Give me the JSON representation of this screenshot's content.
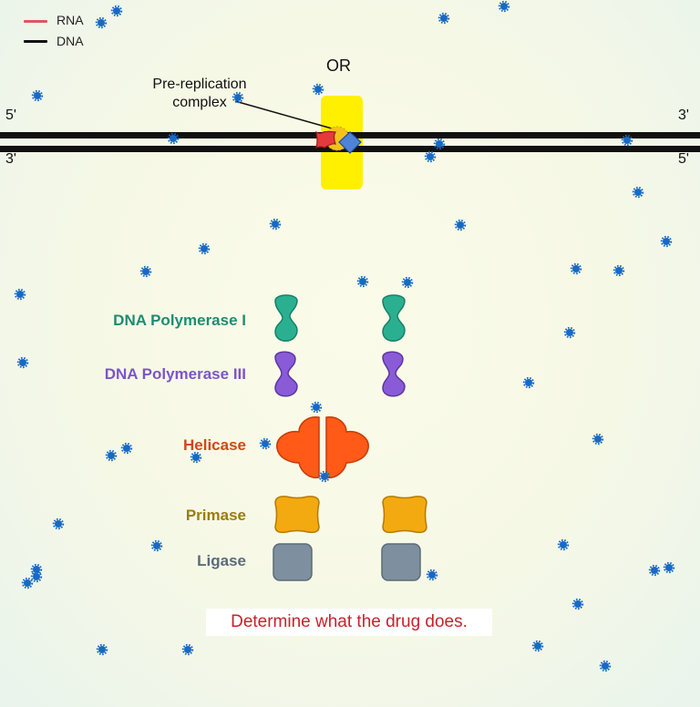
{
  "legend": {
    "items": [
      {
        "label": "RNA",
        "color": "#e05562"
      },
      {
        "label": "DNA",
        "color": "#111111"
      }
    ]
  },
  "origin": {
    "label": "OR"
  },
  "complex": {
    "label_line1": "Pre-replication",
    "label_line2": "complex"
  },
  "strand_ends": {
    "top_left": "5'",
    "top_right": "3'",
    "bottom_left": "3'",
    "bottom_right": "5'"
  },
  "enzymes": [
    {
      "label": "DNA Polymerase I",
      "color": "#1e8c72"
    },
    {
      "label": "DNA Polymerase III",
      "color": "#7b55c9"
    },
    {
      "label": "Helicase",
      "color": "#d04818"
    },
    {
      "label": "Primase",
      "color": "#9a7d10"
    },
    {
      "label": "Ligase",
      "color": "#5a6b7c"
    }
  ],
  "instruction": "Determine what the drug does.",
  "colors": {
    "dna": "#111111",
    "origin_box": "#fff000",
    "drug_particle": "#1769c4",
    "polymerase_i": "#2ab090",
    "polymerase_iii": "#8a5bd6",
    "helicase": "#ff5a17",
    "primase": "#f3aa10",
    "ligase": "#7e8f9f"
  }
}
